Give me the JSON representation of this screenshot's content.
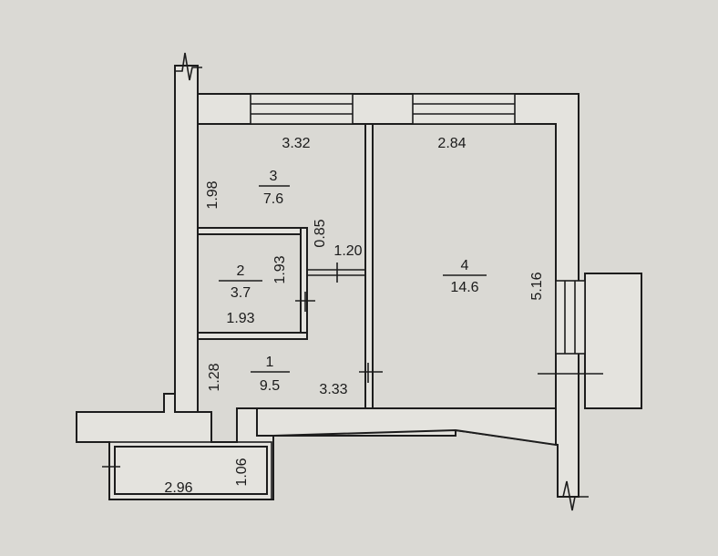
{
  "plan": {
    "rooms": [
      {
        "number": "1",
        "area": "9.5"
      },
      {
        "number": "2",
        "area": "3.7"
      },
      {
        "number": "3",
        "area": "7.6"
      },
      {
        "number": "4",
        "area": "14.6"
      }
    ],
    "dimensions": {
      "room3_width": "3.32",
      "room3_height": "1.98",
      "room4_width": "2.84",
      "room4_height": "5.16",
      "room2_height": "1.93",
      "room2_width": "1.93",
      "passage_height": "0.85",
      "passage_width": "1.20",
      "hall_height": "1.28",
      "hall_width": "3.33",
      "balcony_width": "2.96",
      "balcony_depth": "1.06"
    }
  }
}
